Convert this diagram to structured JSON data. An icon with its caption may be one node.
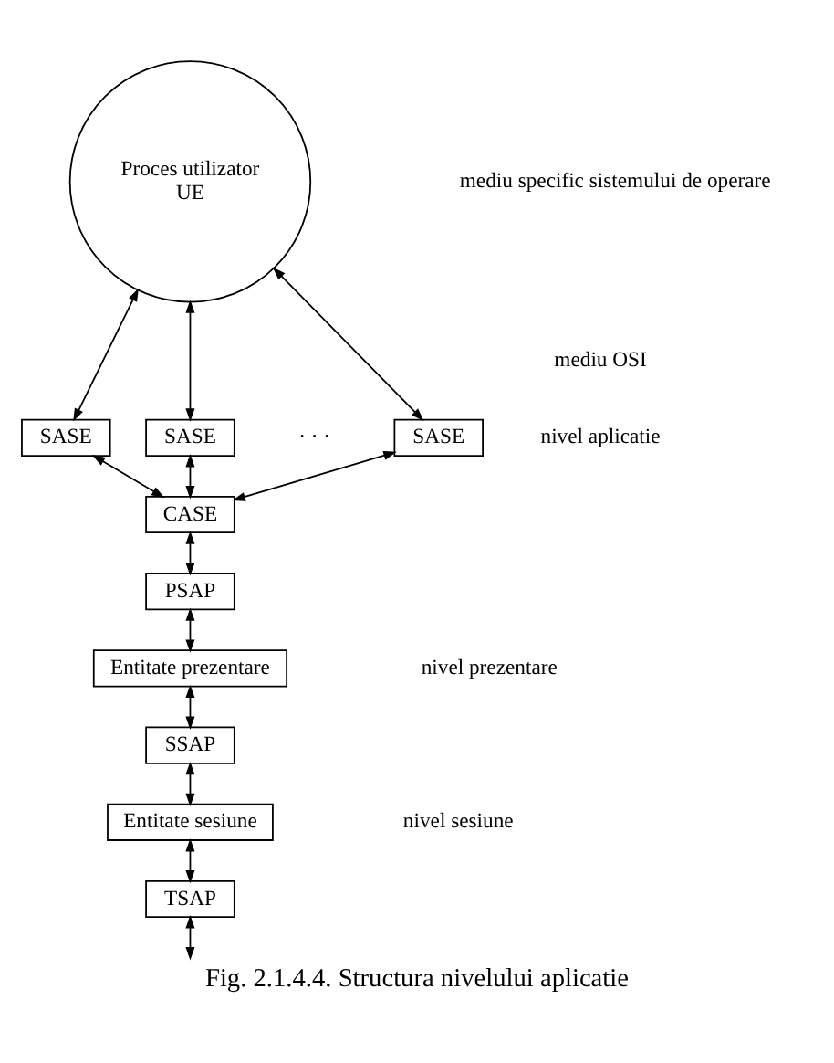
{
  "diagram": {
    "caption": "Fig. 2.1.4.4. Structura nivelului aplicatie",
    "nodes": [
      {
        "text": [
          "Proces utilizator",
          "UE"
        ]
      },
      {
        "text": [
          "SASE"
        ]
      },
      {
        "text": [
          "SASE"
        ]
      },
      {
        "text": [
          "SASE"
        ]
      },
      {
        "text": [
          "CASE"
        ]
      },
      {
        "text": [
          "PSAP"
        ]
      },
      {
        "text": [
          "Entitate prezentare"
        ]
      },
      {
        "text": [
          "SSAP"
        ]
      },
      {
        "text": [
          "Entitate sesiune"
        ]
      },
      {
        "text": [
          "TSAP"
        ]
      }
    ],
    "edges": [
      {
        "from": 0,
        "to": 1,
        "arrow": "both"
      },
      {
        "from": 0,
        "to": 2,
        "arrow": "both"
      },
      {
        "from": 0,
        "to": 3,
        "arrow": "both"
      },
      {
        "from": 1,
        "to": 4,
        "arrow": "both"
      },
      {
        "from": 2,
        "to": 4,
        "arrow": "both"
      },
      {
        "from": 3,
        "to": 4,
        "arrow": "both"
      },
      {
        "from": 4,
        "to": 5,
        "arrow": "both"
      },
      {
        "from": 5,
        "to": 6,
        "arrow": "both"
      },
      {
        "from": 6,
        "to": 7,
        "arrow": "both"
      },
      {
        "from": 7,
        "to": 8,
        "arrow": "both"
      },
      {
        "from": 8,
        "to": 9,
        "arrow": "both"
      },
      {
        "from": 9,
        "to": null,
        "arrow": "both"
      }
    ],
    "labels": [
      "mediu specific sistemului de operare",
      "mediu OSI",
      "· · ·",
      "nivel aplicatie",
      "nivel prezentare",
      "nivel sesiune"
    ]
  }
}
